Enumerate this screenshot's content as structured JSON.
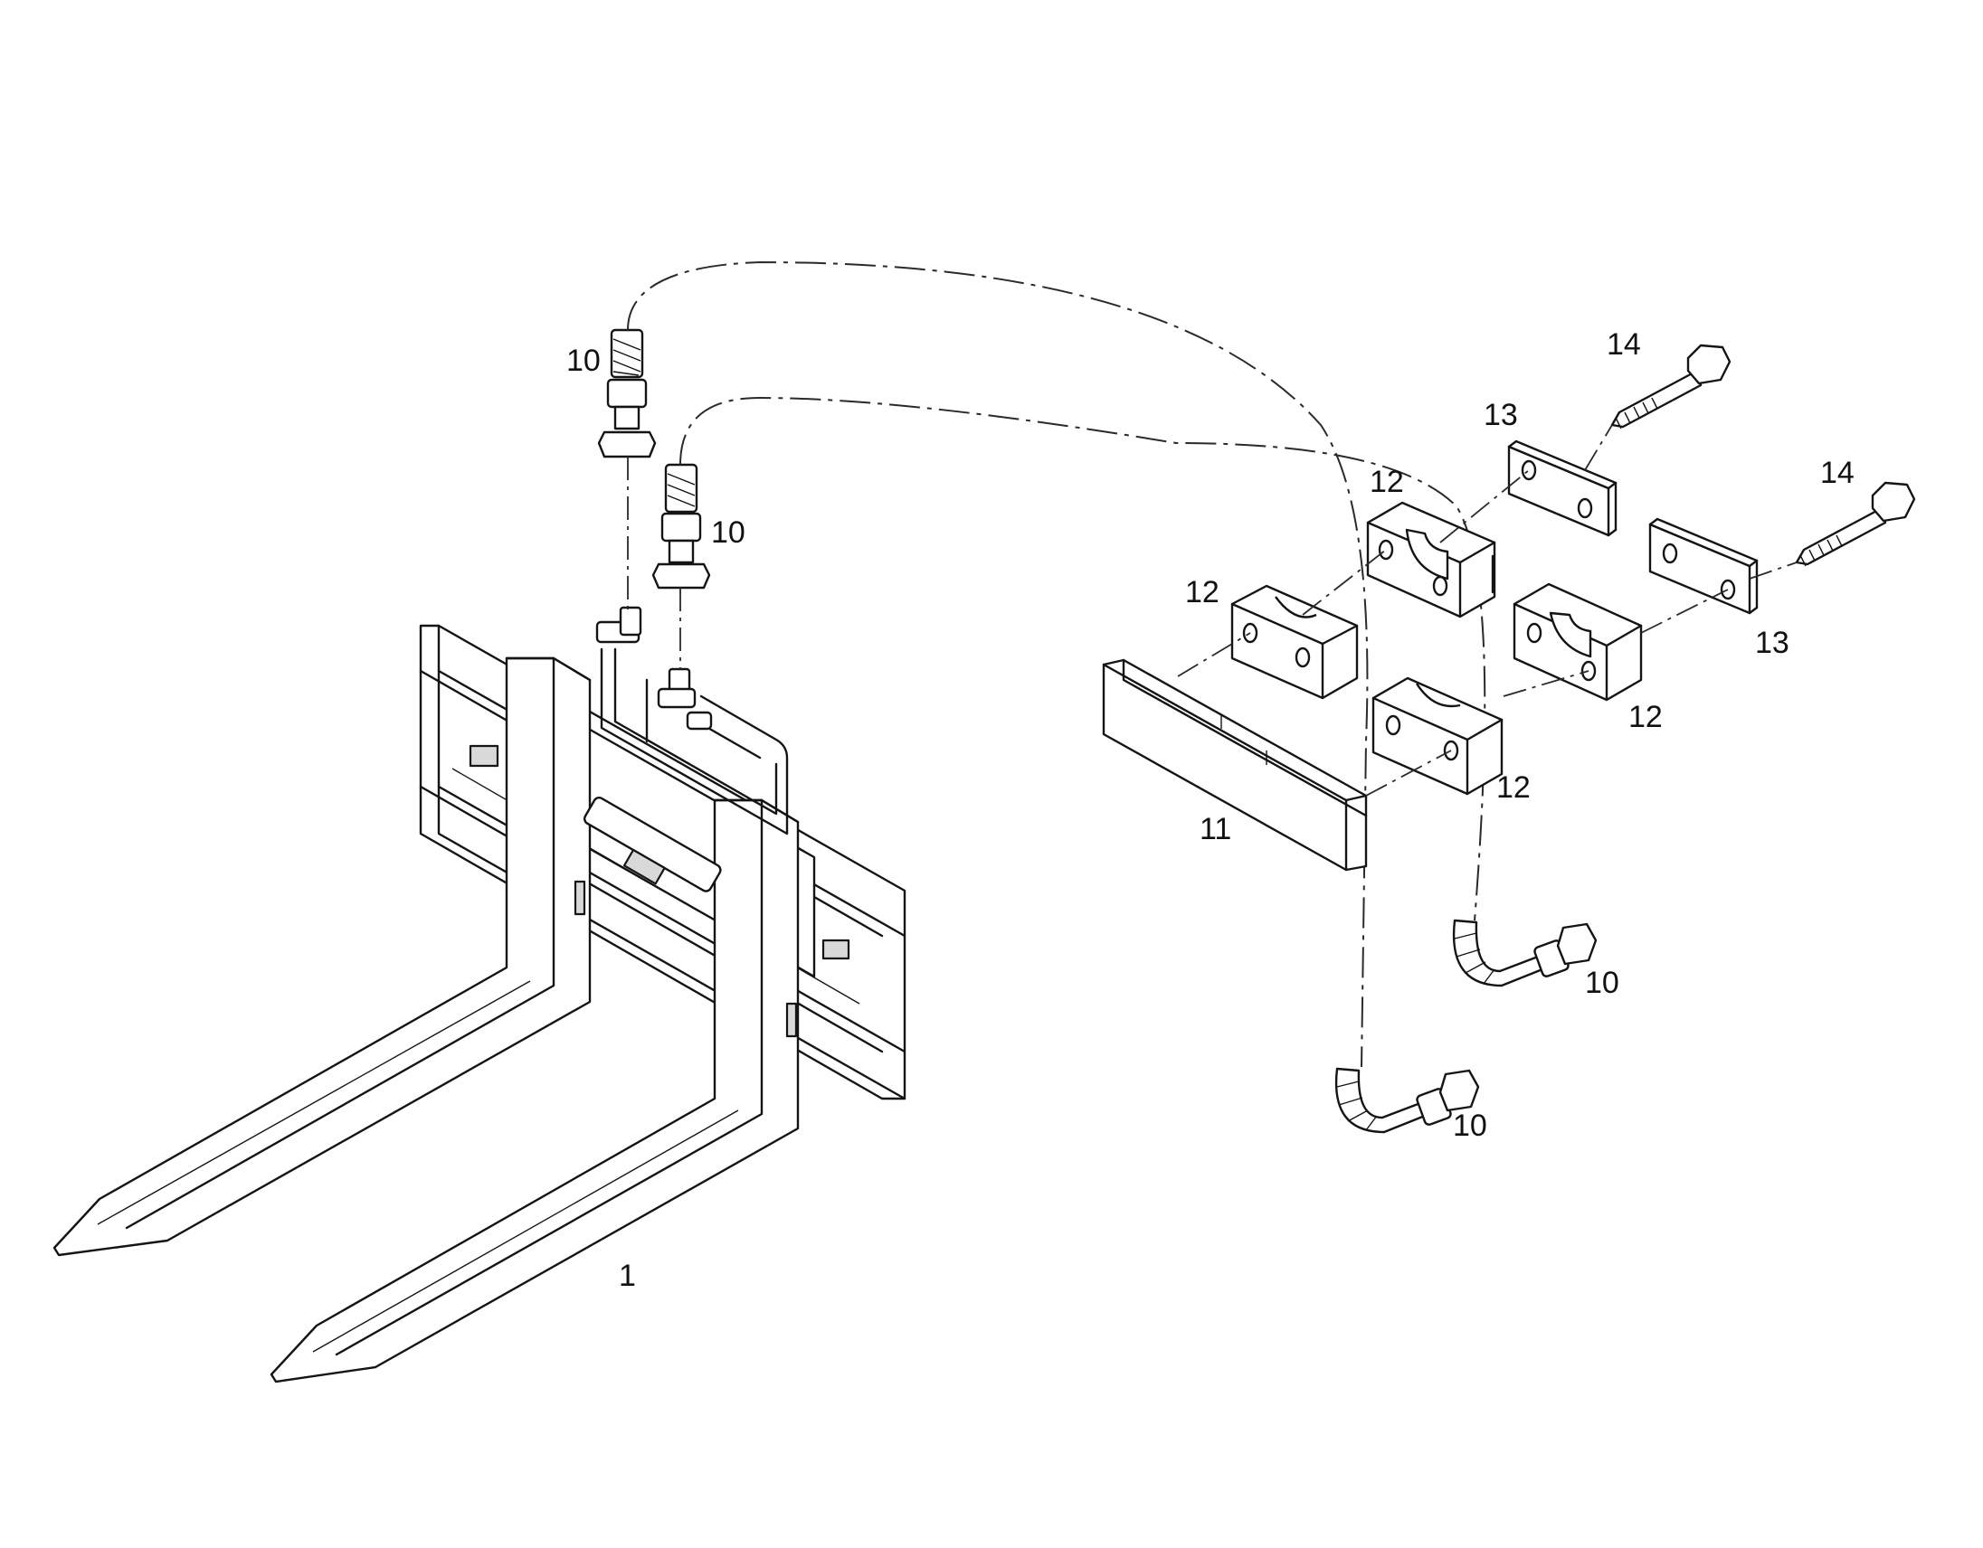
{
  "callouts": {
    "fork_carriage": "1",
    "hose_top_left": "10",
    "hose_top_right": "10",
    "hose_bottom_right": "10",
    "hose_bottom_left": "10",
    "mount_bar": "11",
    "clamp_block_upper": "12",
    "clamp_block_left": "12",
    "clamp_block_right": "12",
    "clamp_block_lower": "12",
    "plate_upper": "13",
    "plate_lower": "13",
    "bolt_upper": "14",
    "bolt_lower": "14"
  }
}
